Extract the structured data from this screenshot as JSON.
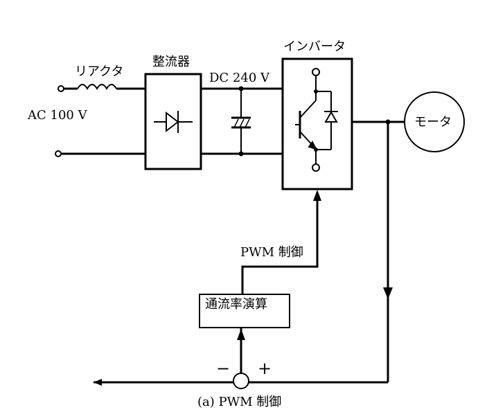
{
  "labels": {
    "reactor": "リアクタ",
    "rectifier": "整流器",
    "dc_voltage": "DC 240 V",
    "inverter": "インバータ",
    "ac_input": "AC 100 V",
    "motor": "モータ",
    "pwm_control": "PWM 制御",
    "duty_calc": "通流率演算",
    "minus": "−",
    "plus": "+",
    "caption": "(a) PWM 制御"
  }
}
